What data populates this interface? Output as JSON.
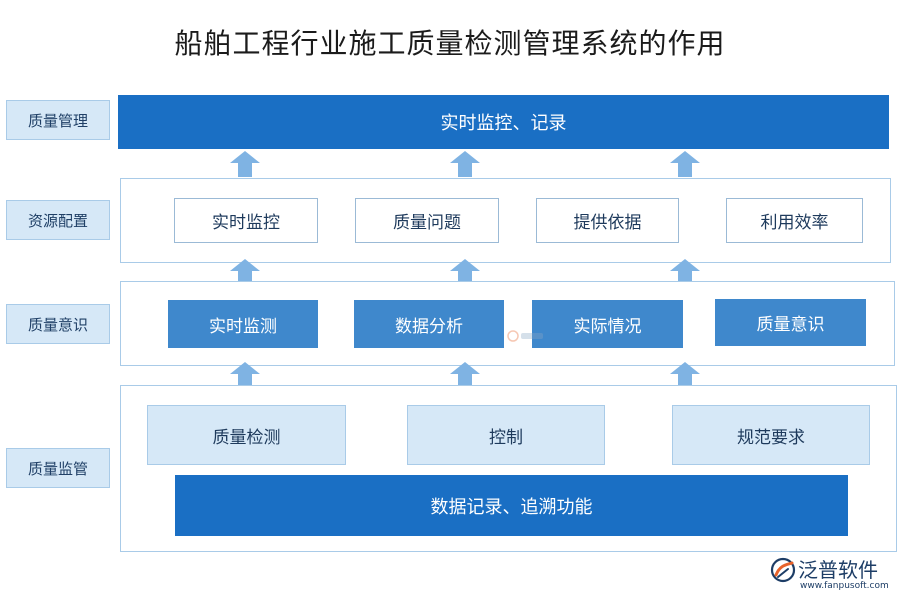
{
  "title": "船舶工程行业施工质量检测管理系统的作用",
  "side_labels": [
    "质量管理",
    "资源配置",
    "质量意识",
    "质量监管"
  ],
  "layer1": {
    "bar": "实时监控、记录"
  },
  "layer2": {
    "boxes": [
      "实时监控",
      "质量问题",
      "提供依据",
      "利用效率"
    ]
  },
  "layer3": {
    "boxes": [
      "实时监测",
      "数据分析",
      "实际情况",
      "质量意识"
    ]
  },
  "layer4": {
    "boxes": [
      "质量检测",
      "控制",
      "规范要求"
    ],
    "bar": "数据记录、追溯功能"
  },
  "logo": {
    "name": "泛普软件",
    "url": "www.fanpusoft.com",
    "name_color": "#1d3d66",
    "accent_color": "#e8632b"
  },
  "colors": {
    "dark_blue": "#1a6fc4",
    "mid_blue": "#3f88cc",
    "light_blue": "#d6e8f7",
    "border_blue": "#a9cbe8",
    "arrow_blue": "#7fb3e3"
  }
}
